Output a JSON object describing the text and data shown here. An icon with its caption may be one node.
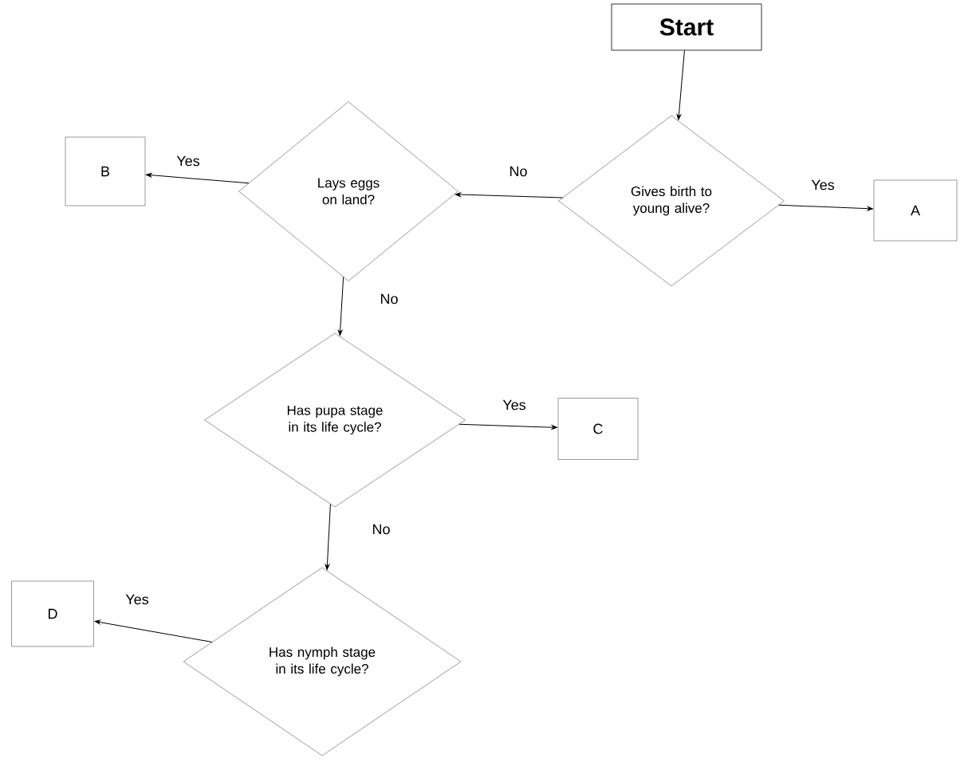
{
  "diagram": {
    "nodes": [
      {
        "text": [
          "Start"
        ]
      },
      {
        "text": [
          "Gives birth to young alive?"
        ]
      },
      {
        "text": [
          "A"
        ]
      },
      {
        "text": [
          "Lays eggs on land?"
        ]
      },
      {
        "text": [
          "B"
        ]
      },
      {
        "text": [
          "Has pupa stage in its life cycle?"
        ]
      },
      {
        "text": [
          "C"
        ]
      },
      {
        "text": [
          "Has nymph stage in its life cycle?"
        ]
      },
      {
        "text": [
          "D"
        ]
      }
    ],
    "edges": [
      {
        "from": 0,
        "to": 1,
        "arrow": "to"
      },
      {
        "from": 1,
        "to": 2,
        "arrow": "to",
        "label": "Yes"
      },
      {
        "from": 1,
        "to": 3,
        "arrow": "to",
        "label": "No"
      },
      {
        "from": 3,
        "to": 4,
        "arrow": "to",
        "label": "Yes"
      },
      {
        "from": 3,
        "to": 5,
        "arrow": "to",
        "label": "No"
      },
      {
        "from": 5,
        "to": 6,
        "arrow": "to",
        "label": "Yes"
      },
      {
        "from": 5,
        "to": 7,
        "arrow": "to",
        "label": "No"
      },
      {
        "from": 7,
        "to": 8,
        "arrow": "to",
        "label": "Yes"
      }
    ]
  }
}
